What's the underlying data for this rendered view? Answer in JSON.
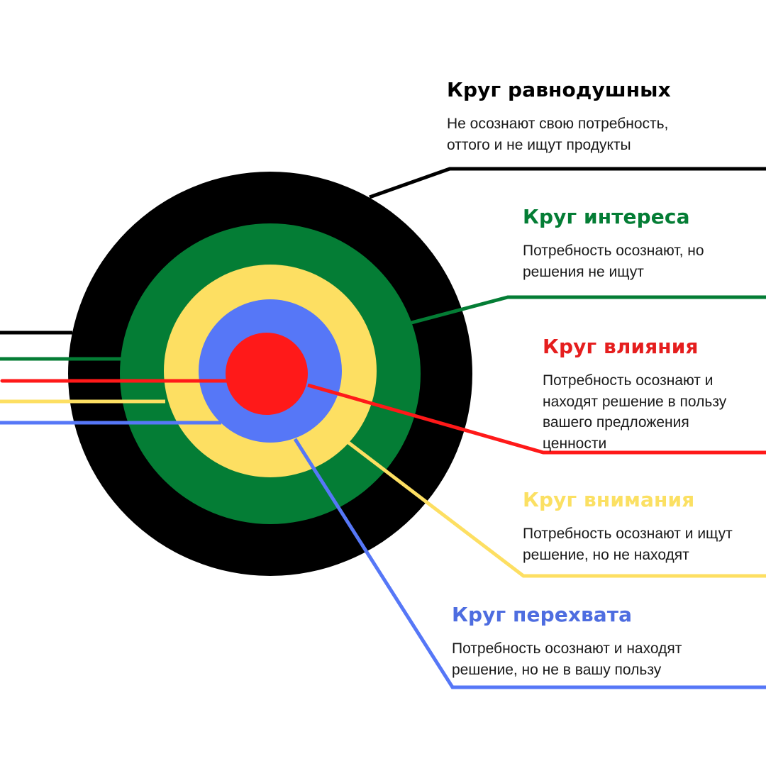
{
  "colors": {
    "background": "#ffffff",
    "black": "#000000",
    "green": "#047d35",
    "yellow": "#fddf62",
    "blue": "#5677f7",
    "red": "#ff1919"
  },
  "rings": [
    {
      "id": "indifferent",
      "title": "Круг равнодушных",
      "description": "Не осознают свою потребность,\nоттого и не ищут продукты",
      "color": "#000000",
      "title_color": "#000000"
    },
    {
      "id": "interest",
      "title": "Круг интереса",
      "description": "Потребность осознают, но\nрешения не ищут",
      "color": "#047d35",
      "title_color": "#047d35"
    },
    {
      "id": "influence",
      "title": "Круг влияния",
      "description": "Потребность осознают и\nнаходят решение в пользу\nвашего предложения\nценности",
      "color": "#ff1919",
      "title_color": "#e51e1e"
    },
    {
      "id": "attention",
      "title": "Круг внимания",
      "description": "Потребность осознают и ищут\nрешение, но не находят",
      "color": "#fddf62",
      "title_color": "#fbe063"
    },
    {
      "id": "interception",
      "title": "Круг перехвата",
      "description": "Потребность осознают и находят\nрешение, но не в вашу пользу",
      "color": "#5677f7",
      "title_color": "#4e6de0"
    }
  ]
}
